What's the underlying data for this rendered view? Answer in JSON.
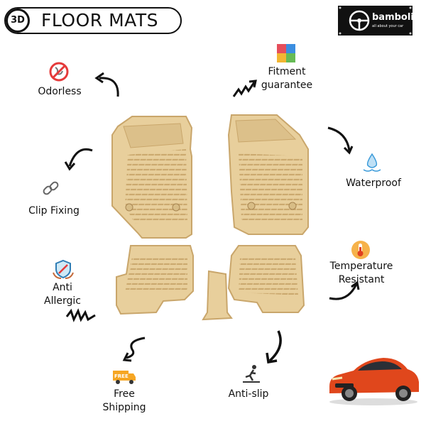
{
  "header": {
    "badge": "3D",
    "title": "FLOOR MATS"
  },
  "brand": {
    "name": "bamboli",
    "tagline": "all about your car"
  },
  "features": {
    "odorless": "Odorless",
    "fitment": [
      "Fitment",
      "guarantee"
    ],
    "waterproof": "Waterproof",
    "clip_fixing": "Clip Fixing",
    "temperature": [
      "Temperature",
      "Resistant"
    ],
    "anti_allergic": [
      "Anti",
      "Allergic"
    ],
    "free_shipping": [
      "Free",
      "Shipping"
    ],
    "free_truck_text": "FREE",
    "anti_slip": "Anti-slip"
  },
  "colors": {
    "mat": "#e8cf9c",
    "mat_dark": "#c9a66b",
    "car": "#e0471c",
    "ink": "#111111"
  }
}
